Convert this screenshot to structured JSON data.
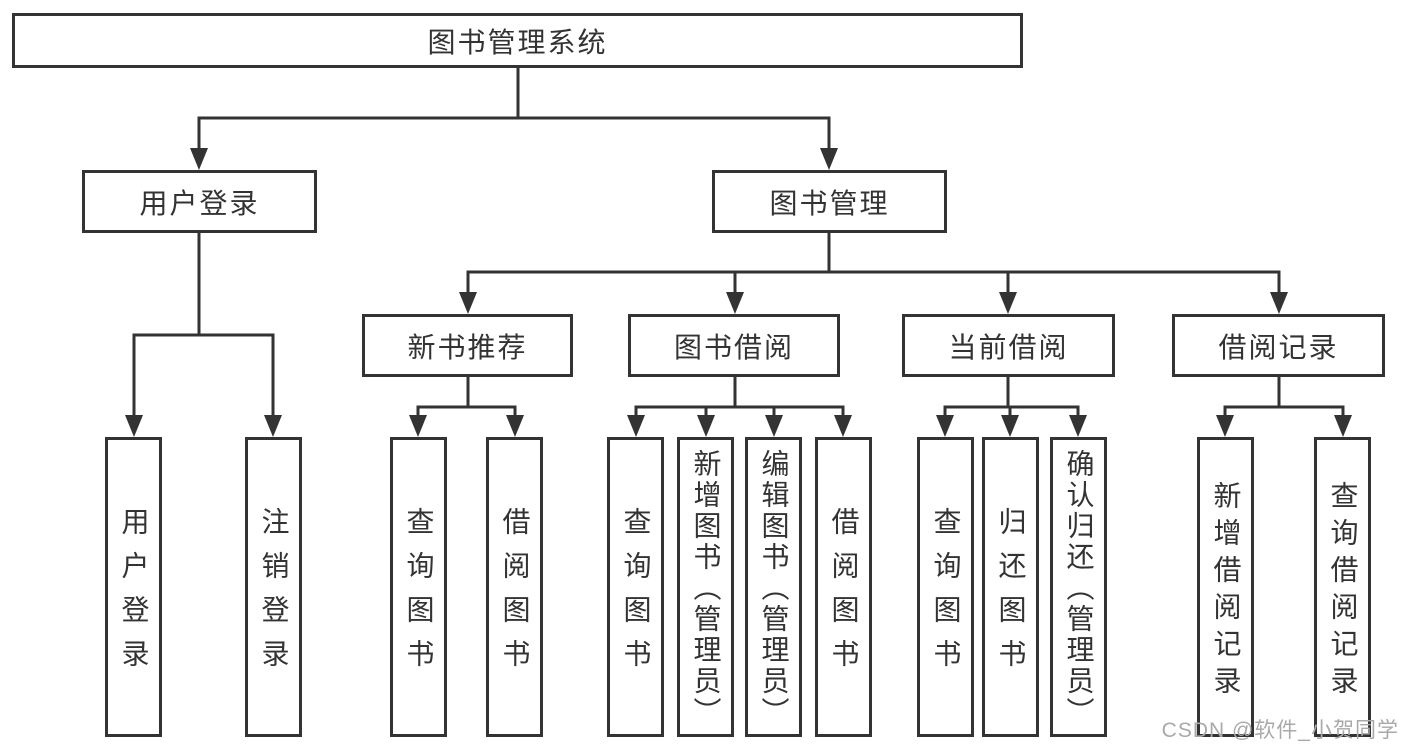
{
  "diagram": {
    "root": {
      "label": "图书管理系统"
    },
    "level2": [
      {
        "label": "用户登录"
      },
      {
        "label": "图书管理"
      }
    ],
    "level3": [
      {
        "label": "新书推荐"
      },
      {
        "label": "图书借阅"
      },
      {
        "label": "当前借阅"
      },
      {
        "label": "借阅记录"
      }
    ],
    "leaves": {
      "user_login": [
        "用户登录",
        "注销登录"
      ],
      "new_books": [
        "查询图书",
        "借阅图书"
      ],
      "book_borrow": [
        "查询图书",
        "新增图书（管理员）",
        "编辑图书（管理员）",
        "借阅图书"
      ],
      "current_borrow": [
        "查询图书",
        "归还图书",
        "确认归还（管理员）"
      ],
      "borrow_records": [
        "新增借阅记录",
        "查询借阅记录"
      ]
    }
  },
  "watermark": {
    "text": "CSDN @软件_小贺同学"
  },
  "colors": {
    "line": "#333333",
    "text": "#333333",
    "node_background": "#ffffff",
    "watermark": "#a9a9a9",
    "background": "#ffffff"
  }
}
